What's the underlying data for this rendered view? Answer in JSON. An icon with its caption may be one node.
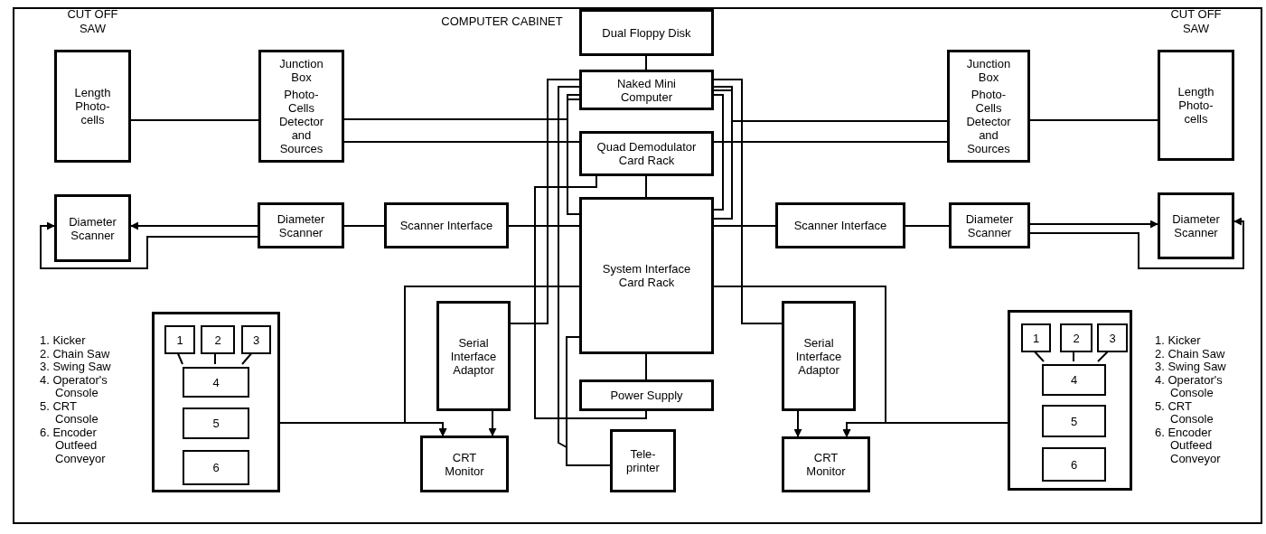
{
  "diagram": {
    "nodes": [
      {
        "text": [
          "Dual Floppy Disk"
        ]
      },
      {
        "text": [
          "Naked Mini Computer"
        ]
      },
      {
        "text": [
          "Quad Demodulator Card Rack"
        ]
      },
      {
        "text": [
          "System Interface Card Rack"
        ]
      },
      {
        "text": [
          "Power Supply"
        ]
      },
      {
        "text": [
          "Tele-printer"
        ]
      },
      {
        "text": [
          "Length Photo-cells"
        ]
      },
      {
        "text": [
          "Junction Box",
          "Photo-Cells Detector and Sources"
        ]
      },
      {
        "text": [
          "Diameter Scanner"
        ]
      },
      {
        "text": [
          "Diameter Scanner"
        ]
      },
      {
        "text": [
          "Scanner Interface"
        ]
      },
      {
        "text": [
          "Serial Interface Adaptor"
        ]
      },
      {
        "text": [
          "CRT Monitor"
        ]
      },
      {
        "text": [],
        "shape": "box"
      },
      {
        "text": [
          "1"
        ],
        "in": 13
      },
      {
        "text": [
          "2"
        ],
        "in": 13
      },
      {
        "text": [
          "3"
        ],
        "in": 13
      },
      {
        "text": [
          "4"
        ],
        "in": 13
      },
      {
        "text": [
          "5"
        ],
        "in": 13
      },
      {
        "text": [
          "6"
        ],
        "in": 13
      },
      {
        "text": [
          "Junction Box",
          "Photo-Cells Detector and Sources"
        ]
      },
      {
        "text": [
          "Length Photo-cells"
        ]
      },
      {
        "text": [
          "Scanner Interface"
        ]
      },
      {
        "text": [
          "Diameter Scanner"
        ]
      },
      {
        "text": [
          "Diameter Scanner"
        ]
      },
      {
        "text": [
          "Serial Interface Adaptor"
        ]
      },
      {
        "text": [
          "CRT Monitor"
        ]
      },
      {
        "text": [],
        "shape": "box"
      },
      {
        "text": [
          "1"
        ],
        "in": 27
      },
      {
        "text": [
          "2"
        ],
        "in": 27
      },
      {
        "text": [
          "3"
        ],
        "in": 27
      },
      {
        "text": [
          "4"
        ],
        "in": 27
      },
      {
        "text": [
          "5"
        ],
        "in": 27
      },
      {
        "text": [
          "6"
        ],
        "in": 27
      }
    ],
    "edges": [
      {
        "from": 0,
        "to": 1,
        "arrow": "none"
      },
      {
        "from": 1,
        "to": 3,
        "arrow": "none"
      },
      {
        "from": 1,
        "to": 11,
        "arrow": "none"
      },
      {
        "from": 1,
        "to": 5,
        "arrow": "none"
      },
      {
        "from": 3,
        "to": 5,
        "arrow": "none"
      },
      {
        "from": 2,
        "to": 4,
        "arrow": "none"
      },
      {
        "from": 2,
        "to": 3,
        "arrow": "none"
      },
      {
        "from": 3,
        "to": 4,
        "arrow": "none"
      },
      {
        "from": 1,
        "to": 3,
        "arrow": "none"
      },
      {
        "from": 1,
        "to": 3,
        "arrow": "none"
      },
      {
        "from": 1,
        "to": 25,
        "arrow": "none"
      },
      {
        "from": 7,
        "to": 1,
        "arrow": "none"
      },
      {
        "from": 7,
        "to": 2,
        "arrow": "none"
      },
      {
        "from": 20,
        "to": 1,
        "arrow": "none"
      },
      {
        "from": 20,
        "to": 2,
        "arrow": "none"
      },
      {
        "from": 6,
        "to": 7,
        "arrow": "none"
      },
      {
        "from": 20,
        "to": 21,
        "arrow": "none"
      },
      {
        "from": 9,
        "to": 8,
        "arrow": "to"
      },
      {
        "from": 9,
        "to": 8,
        "arrow": "to"
      },
      {
        "from": 10,
        "to": 9,
        "arrow": "none"
      },
      {
        "from": 3,
        "to": 10,
        "arrow": "none"
      },
      {
        "from": 3,
        "to": 22,
        "arrow": "none"
      },
      {
        "from": 22,
        "to": 23,
        "arrow": "none"
      },
      {
        "from": 23,
        "to": 24,
        "arrow": "to"
      },
      {
        "from": 23,
        "to": 24,
        "arrow": "to"
      },
      {
        "from": 3,
        "to": 12,
        "arrow": "to"
      },
      {
        "from": 13,
        "to": 12,
        "arrow": "to"
      },
      {
        "from": 11,
        "to": 12,
        "arrow": "to"
      },
      {
        "from": 3,
        "to": 26,
        "arrow": "to"
      },
      {
        "from": 27,
        "to": 26,
        "arrow": "to"
      },
      {
        "from": 25,
        "to": 26,
        "arrow": "to"
      },
      {
        "from": 14,
        "to": 17,
        "arrow": "none"
      },
      {
        "from": 15,
        "to": 17,
        "arrow": "none"
      },
      {
        "from": 16,
        "to": 17,
        "arrow": "none"
      },
      {
        "from": 28,
        "to": 31,
        "arrow": "none"
      },
      {
        "from": 29,
        "to": 31,
        "arrow": "none"
      },
      {
        "from": 30,
        "to": 31,
        "arrow": "none"
      }
    ],
    "labels": [
      "CUT OFF SAW",
      "COMPUTER CABINET",
      "CUT OFF SAW",
      "1. Kicker",
      "2. Chain Saw",
      "3. Swing Saw",
      "4. Operator's Console",
      "5. CRT Console",
      "6. Encoder Outfeed Conveyor",
      "1. Kicker",
      "2. Chain Saw",
      "3. Swing Saw",
      "4. Operator's Console",
      "5. CRT Console",
      "6. Encoder Outfeed Conveyor"
    ]
  }
}
